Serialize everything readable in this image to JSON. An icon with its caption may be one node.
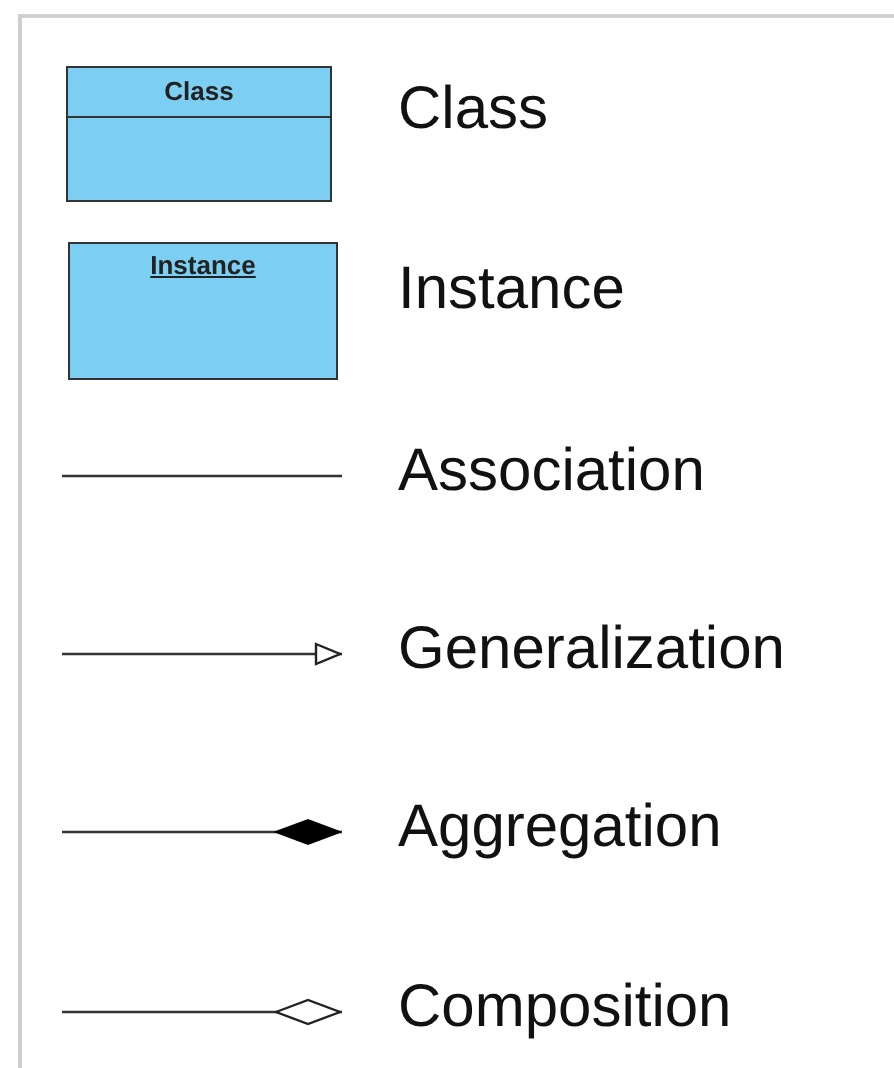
{
  "diagram": {
    "nodes": [
      {
        "text": [
          "Class"
        ]
      },
      {
        "text": [
          "Instance"
        ]
      }
    ],
    "legend": [
      {
        "text": "Class"
      },
      {
        "text": "Instance"
      },
      {
        "text": "Association"
      },
      {
        "text": "Generalization"
      },
      {
        "text": "Aggregation"
      },
      {
        "text": "Composition"
      }
    ]
  }
}
